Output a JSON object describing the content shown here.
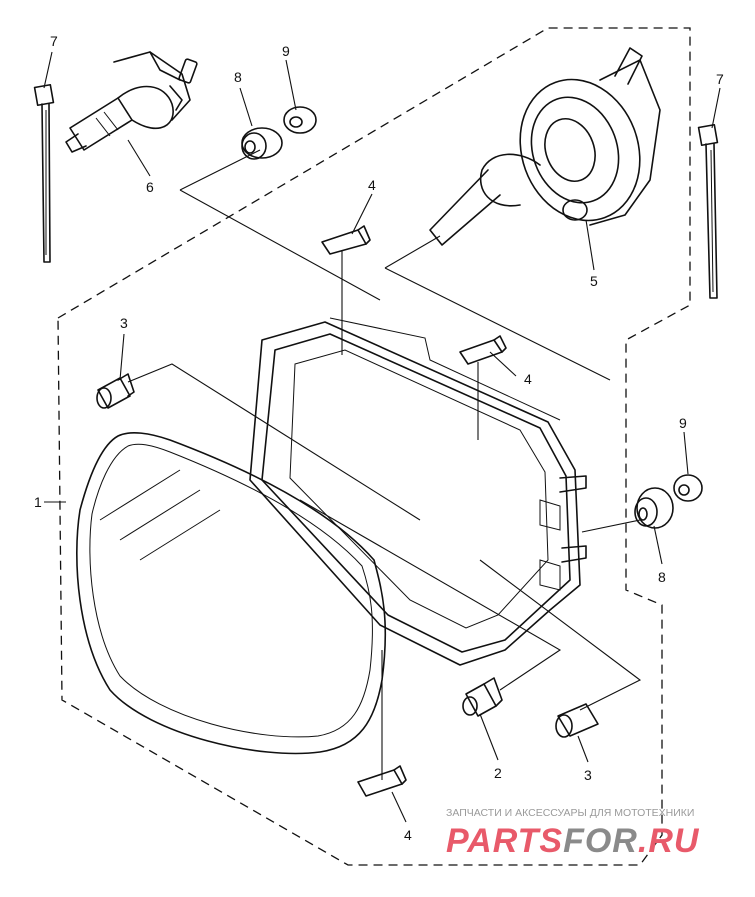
{
  "callouts": {
    "c7_left": "7",
    "c9_top": "9",
    "c8_top": "8",
    "c6": "6",
    "c7_right": "7",
    "c5": "5",
    "c4_top": "4",
    "c4_mid": "4",
    "c3_left": "3",
    "c1": "1",
    "c9_right": "9",
    "c8_right": "8",
    "c2": "2",
    "c3_bottom": "3",
    "c4_bottom": "4"
  },
  "watermark": {
    "tagline": "ЗАПЧАСТИ И АКСЕССУАРЫ ДЛЯ МОТОТЕХНИКИ",
    "brand_a": "PARTS",
    "brand_b": "FOR",
    "brand_c": ".RU",
    "brand_red": "#e85a6a",
    "brand_grey": "#8a8a8a"
  }
}
